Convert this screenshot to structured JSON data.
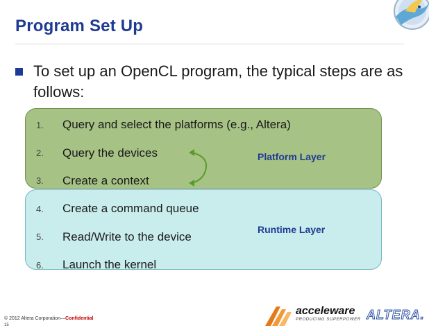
{
  "slide": {
    "title": "Program Set Up",
    "bullet": "To set up an OpenCL program, the typical steps are as follows:"
  },
  "steps": [
    {
      "num": "1.",
      "text": "Query and select the platforms (e.g., Altera)"
    },
    {
      "num": "2.",
      "text": "Query the devices"
    },
    {
      "num": "3.",
      "text": "Create a context"
    },
    {
      "num": "4.",
      "text": "Create a command queue"
    },
    {
      "num": "5.",
      "text": "Read/Write to the device"
    },
    {
      "num": "6.",
      "text": "Launch the kernel"
    }
  ],
  "layers": {
    "platform": {
      "label": "Platform Layer",
      "color": "#a6c285"
    },
    "runtime": {
      "label": "Runtime Layer",
      "color": "#c9ecec"
    }
  },
  "colors": {
    "title": "#1f3a93",
    "confidential": "#c00000",
    "arc": "#5a9a2a"
  },
  "footer": {
    "copyright": "© 2012 Altera Corporation—",
    "confidential": "Confidential",
    "page": "15"
  },
  "logos": {
    "acceleware_name": "acceleware",
    "acceleware_tagline": "PRODUCING SUPERPOWER",
    "altera_name": "ALTERA."
  },
  "icons": {
    "corner": "bird-logo-icon",
    "acceleware_mark": "acceleware-chevron-icon",
    "cycle": "curved-double-arrow-icon"
  }
}
